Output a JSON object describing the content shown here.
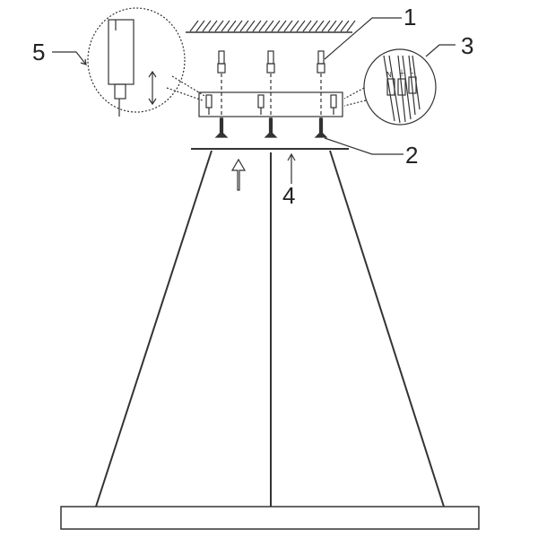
{
  "callouts": [
    {
      "id": "1",
      "text": "1"
    },
    {
      "id": "2",
      "text": "2"
    },
    {
      "id": "3",
      "text": "3"
    },
    {
      "id": "4",
      "text": "4"
    },
    {
      "id": "5",
      "text": "5"
    }
  ],
  "terminal_labels": [
    "N",
    "⏚",
    "L"
  ],
  "colors": {
    "line": "#333333",
    "background": "#ffffff"
  }
}
